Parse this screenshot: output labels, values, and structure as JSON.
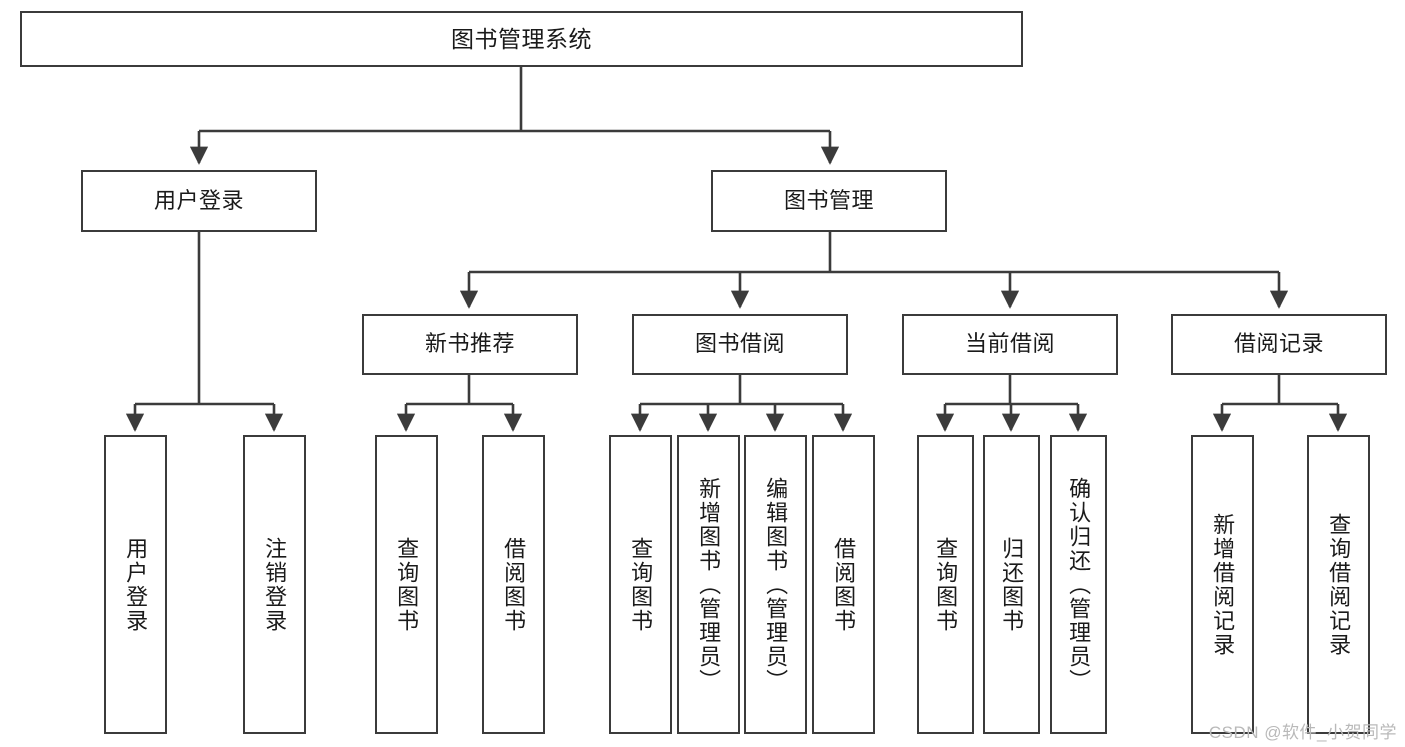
{
  "diagram": {
    "title_node": {
      "id": "root",
      "label": "图书管理系统"
    },
    "level2": [
      {
        "id": "user-login",
        "label": "用户登录"
      },
      {
        "id": "book-manage",
        "label": "图书管理"
      }
    ],
    "level3": [
      {
        "id": "new-book-rec",
        "label": "新书推荐"
      },
      {
        "id": "book-borrow",
        "label": "图书借阅"
      },
      {
        "id": "current-borrow",
        "label": "当前借阅"
      },
      {
        "id": "borrow-record",
        "label": "借阅记录"
      }
    ],
    "leaves": {
      "user_login": [
        {
          "id": "leaf-user-login",
          "label": "用户登录"
        },
        {
          "id": "leaf-logout",
          "label": "注销登录"
        }
      ],
      "new_book_rec": [
        {
          "id": "leaf-query-book-1",
          "label": "查询图书"
        },
        {
          "id": "leaf-borrow-book-1",
          "label": "借阅图书"
        }
      ],
      "book_borrow": [
        {
          "id": "leaf-query-book-2",
          "label": "查询图书"
        },
        {
          "id": "leaf-add-book",
          "label": "新增图书（管理员）"
        },
        {
          "id": "leaf-edit-book",
          "label": "编辑图书（管理员）"
        },
        {
          "id": "leaf-borrow-book-2",
          "label": "借阅图书"
        }
      ],
      "current_borrow": [
        {
          "id": "leaf-query-book-3",
          "label": "查询图书"
        },
        {
          "id": "leaf-return-book",
          "label": "归还图书"
        },
        {
          "id": "leaf-confirm-return",
          "label": "确认归还（管理员）"
        }
      ],
      "borrow_record": [
        {
          "id": "leaf-add-record",
          "label": "新增借阅记录"
        },
        {
          "id": "leaf-query-record",
          "label": "查询借阅记录"
        }
      ]
    }
  },
  "watermark": {
    "text": "CSDN @软件_小贺同学"
  },
  "colors": {
    "stroke": "#3b3b3b",
    "fill": "#ffffff",
    "text": "#1a1a1a",
    "watermark": "#b9b9b9"
  }
}
